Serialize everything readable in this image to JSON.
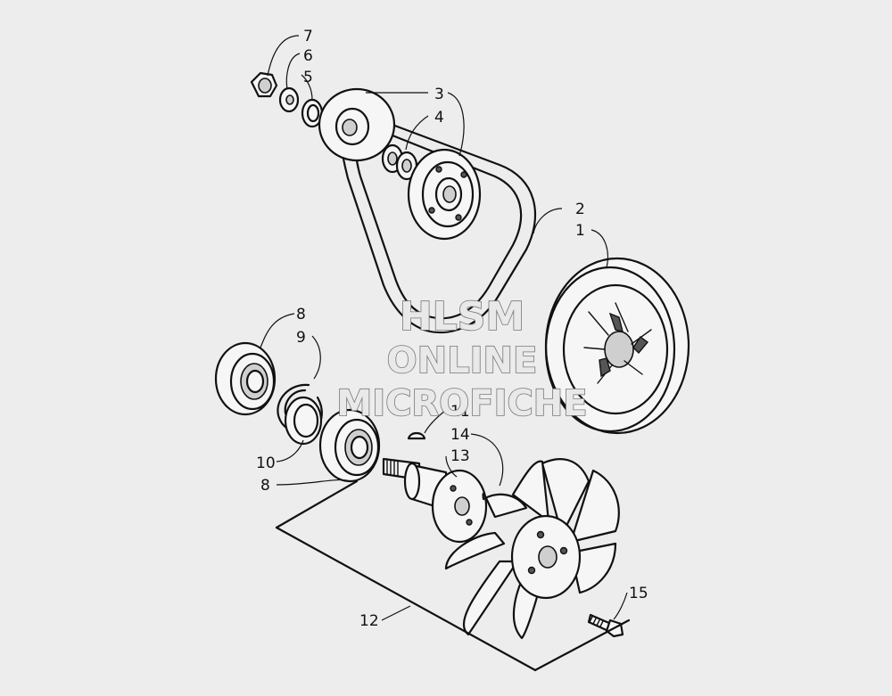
{
  "callouts": {
    "c1": "1",
    "c2": "2",
    "c3": "3",
    "c4": "4",
    "c5": "5",
    "c6": "6",
    "c7": "7",
    "c8a": "8",
    "c8b": "8",
    "c9": "9",
    "c10": "10",
    "c11": "11",
    "c12": "12",
    "c13": "13",
    "c14": "14",
    "c15": "15"
  },
  "watermark": {
    "line1": "HLSM",
    "line2": "ONLINE",
    "line3": "MICROFICHE"
  },
  "colors": {
    "background": "#ededed",
    "ink": "#111111",
    "watermark_outline": "#777777"
  }
}
